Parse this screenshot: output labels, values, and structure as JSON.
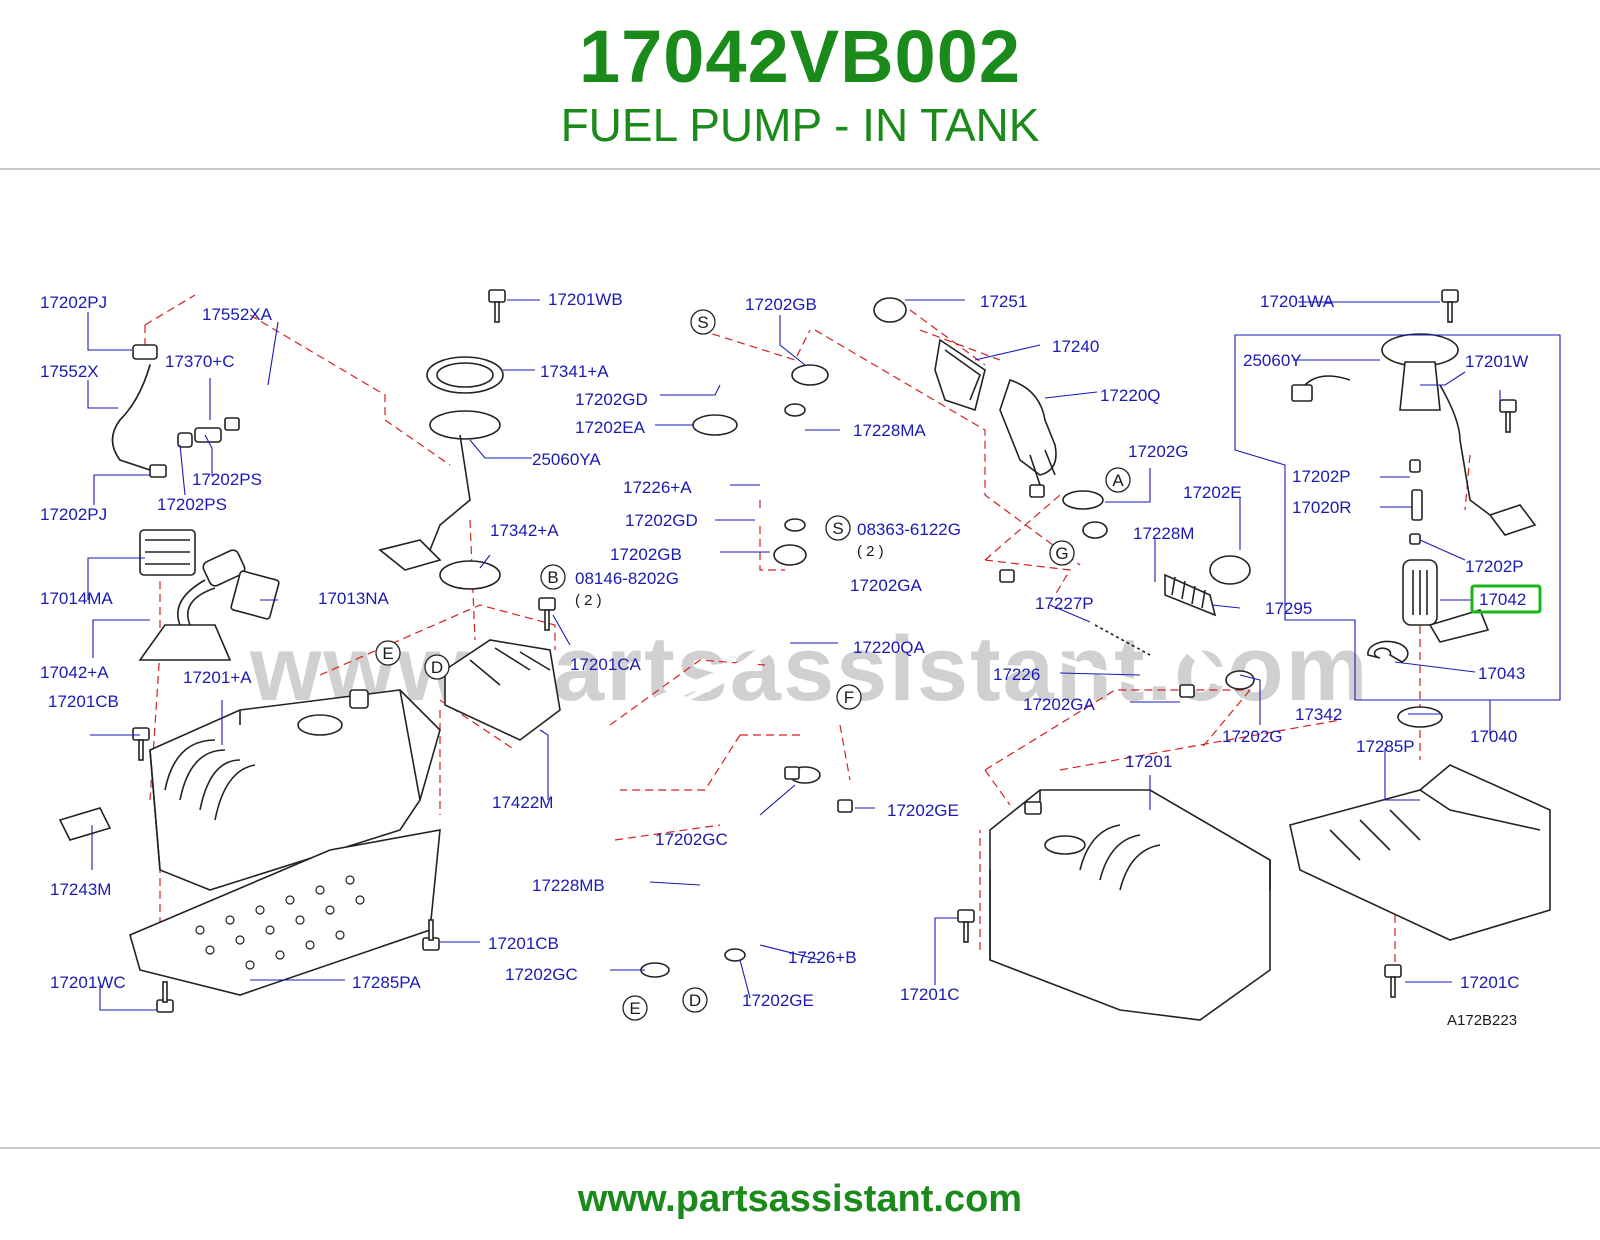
{
  "header": {
    "part_number": "17042VB002",
    "part_name": "FUEL PUMP - IN TANK"
  },
  "footer": {
    "url": "www.partsassistant.com"
  },
  "diagram": {
    "watermark": "www.partsassistant.com",
    "figure_code": "A172B223",
    "highlighted_part": "17042",
    "qty_note": "( 2 )",
    "circle_letters": [
      "A",
      "B",
      "D",
      "E",
      "F",
      "G",
      "S"
    ],
    "labels": {
      "l_17202PJ_top": "17202PJ",
      "l_17552XA": "17552XA",
      "l_17552X": "17552X",
      "l_17370C": "17370+C",
      "l_17202PS_a": "17202PS",
      "l_17202PJ_bot": "17202PJ",
      "l_17202PS_b": "17202PS",
      "l_17014MA": "17014MA",
      "l_17013NA": "17013NA",
      "l_17042A": "17042+A",
      "l_17201A": "17201+A",
      "l_17201CB_top": "17201CB",
      "l_17243M": "17243M",
      "l_17201CB_bot": "17201CB",
      "l_17201WC": "17201WC",
      "l_17285PA": "17285PA",
      "l_17201WB": "17201WB",
      "l_17341A": "17341+A",
      "l_25060YA": "25060YA",
      "l_17342A": "17342+A",
      "l_08146": "08146-8202G",
      "l_17201CA": "17201CA",
      "l_17422M": "17422M",
      "l_17202GB_top": "17202GB",
      "l_17202GD_a": "17202GD",
      "l_17202EA": "17202EA",
      "l_17228MA": "17228MA",
      "l_17226A": "17226+A",
      "l_17202GD_b": "17202GD",
      "l_17202GB_b": "17202GB",
      "l_08363": "08363-6122G",
      "l_17202GA_a": "17202GA",
      "l_17220QA": "17220QA",
      "l_17202GC_a": "17202GC",
      "l_17202GE_a": "17202GE",
      "l_17228MB": "17228MB",
      "l_17226B": "17226+B",
      "l_17202GC_b": "17202GC",
      "l_17202GE_b": "17202GE",
      "l_17251": "17251",
      "l_17240": "17240",
      "l_17220Q": "17220Q",
      "l_17202G_a": "17202G",
      "l_17202E": "17202E",
      "l_17228M": "17228M",
      "l_17227P": "17227P",
      "l_17295": "17295",
      "l_17226": "17226",
      "l_17202GA_b": "17202GA",
      "l_17202G_b": "17202G",
      "l_17201": "17201",
      "l_17201C_a": "17201C",
      "l_17201WA": "17201WA",
      "l_25060Y": "25060Y",
      "l_17201W": "17201W",
      "l_17202P_a": "17202P",
      "l_17020R": "17020R",
      "l_17202P_b": "17202P",
      "l_17042": "17042",
      "l_17043": "17043",
      "l_17342": "17342",
      "l_17040": "17040",
      "l_17285P": "17285P",
      "l_17201C_b": "17201C"
    }
  }
}
